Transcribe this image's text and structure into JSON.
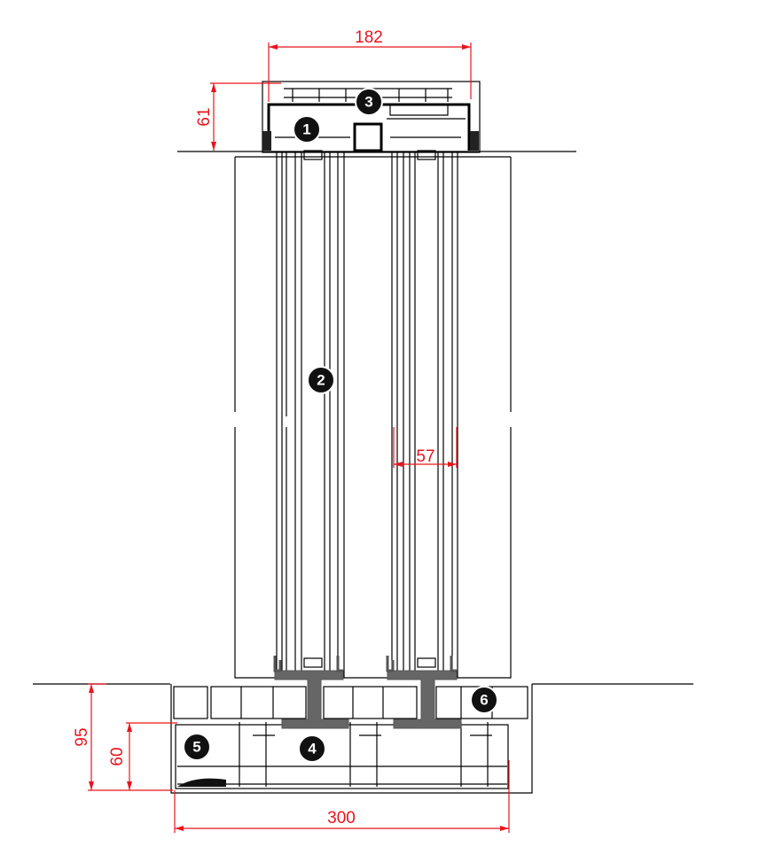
{
  "dimensions": {
    "top_width": "182",
    "top_height": "61",
    "sash_depth": "57",
    "sill_depth": "95",
    "sill_inner_depth": "60",
    "sill_width": "300"
  },
  "callouts": [
    "1",
    "2",
    "3",
    "4",
    "5",
    "6"
  ],
  "colors": {
    "dimension": "#e8141b",
    "callout": "#111111",
    "steel": "#666666"
  }
}
